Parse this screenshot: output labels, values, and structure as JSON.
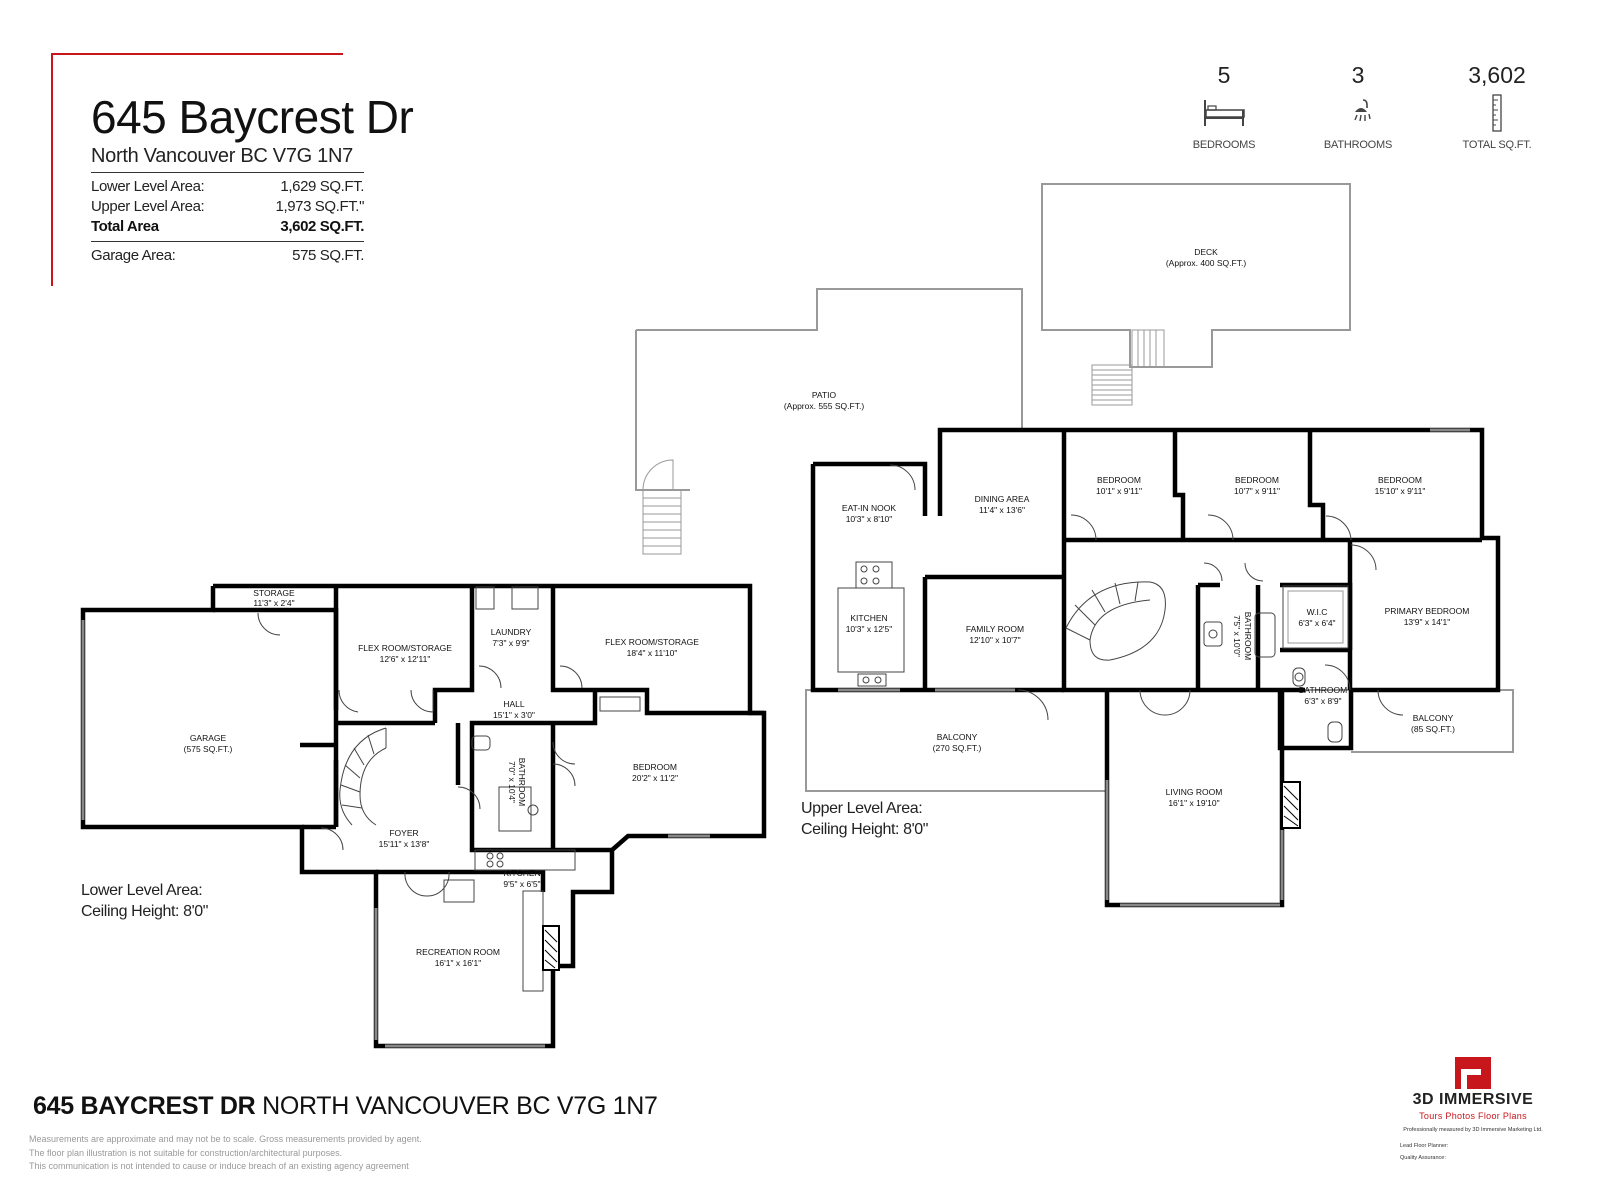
{
  "header": {
    "address_line1": "645 Baycrest Dr",
    "address_line2": "North Vancouver BC  V7G 1N7",
    "areas": [
      {
        "label": "Lower Level Area:",
        "value": "1,629 SQ.FT."
      },
      {
        "label": "Upper Level Area:",
        "value": "1,973 SQ.FT.\""
      },
      {
        "label": "Total Area",
        "value": "3,602 SQ.FT."
      },
      {
        "label": "Garage Area:",
        "value": "575 SQ.FT."
      }
    ],
    "accent_color": "#c8161d"
  },
  "stats": [
    {
      "value": "5",
      "label": "BEDROOMS",
      "icon": "bed-icon"
    },
    {
      "value": "3",
      "label": "BATHROOMS",
      "icon": "shower-icon"
    },
    {
      "value": "3,602",
      "label": "TOTAL SQ.FT.",
      "icon": "ruler-icon"
    }
  ],
  "lower_level": {
    "caption_area": "Lower Level Area:",
    "caption_ceiling": "Ceiling Height: 8'0\"",
    "rooms": {
      "storage": {
        "name": "STORAGE",
        "dims": "11'3\" x 2'4\""
      },
      "flex1": {
        "name": "FLEX ROOM/STORAGE",
        "dims": "12'6\" x 12'11\""
      },
      "laundry": {
        "name": "LAUNDRY",
        "dims": "7'3\" x 9'9\""
      },
      "flex2": {
        "name": "FLEX ROOM/STORAGE",
        "dims": "18'4\" x 11'10\""
      },
      "garage": {
        "name": "GARAGE",
        "dims": "(575 SQ.FT.)"
      },
      "hall": {
        "name": "HALL",
        "dims": "15'1\" x 3'0\""
      },
      "bathroom": {
        "name": "BATHROOM",
        "dims": "7'0\" x 10'4\""
      },
      "bedroom": {
        "name": "BEDROOM",
        "dims": "20'2\" x 11'2\""
      },
      "foyer": {
        "name": "FOYER",
        "dims": "15'11\" x 13'8\""
      },
      "kitchen": {
        "name": "KITCHEN",
        "dims": "9'5\" x 6'5\""
      },
      "recreation": {
        "name": "RECREATION ROOM",
        "dims": "16'1\" x 16'1\""
      }
    }
  },
  "upper_level": {
    "caption_area": "Upper Level Area:",
    "caption_ceiling": "Ceiling Height: 8'0\"",
    "rooms": {
      "deck": {
        "name": "DECK",
        "dims": "(Approx. 400 SQ.FT.)"
      },
      "patio": {
        "name": "PATIO",
        "dims": "(Approx. 555 SQ.FT.)"
      },
      "eatin": {
        "name": "EAT-IN NOOK",
        "dims": "10'3\" x 8'10\""
      },
      "dining": {
        "name": "DINING AREA",
        "dims": "11'4\" x 13'6\""
      },
      "bedroom1": {
        "name": "BEDROOM",
        "dims": "10'1\" x 9'11\""
      },
      "bedroom2": {
        "name": "BEDROOM",
        "dims": "10'7\" x 9'11\""
      },
      "bedroom3": {
        "name": "BEDROOM",
        "dims": "15'10\" x 9'11\""
      },
      "kitchen": {
        "name": "KITCHEN",
        "dims": "10'3\" x 12'5\""
      },
      "family": {
        "name": "FAMILY ROOM",
        "dims": "12'10\" x 10'7\""
      },
      "bathroom1": {
        "name": "BATHROOM",
        "dims": "7'5\" x 10'0\""
      },
      "wic": {
        "name": "W.I.C",
        "dims": "6'3\" x 6'4\""
      },
      "primary": {
        "name": "PRIMARY BEDROOM",
        "dims": "13'9\" x 14'1\""
      },
      "bathroom2": {
        "name": "BATHROOM",
        "dims": "6'3\" x 8'9\""
      },
      "balcony1": {
        "name": "BALCONY",
        "dims": "(270 SQ.FT.)"
      },
      "balcony2": {
        "name": "BALCONY",
        "dims": "(85 SQ.FT.)"
      },
      "living": {
        "name": "LIVING ROOM",
        "dims": "16'1\" x 19'10\""
      }
    }
  },
  "footer": {
    "address_bold": "645 BAYCREST DR",
    "address_rest": " NORTH VANCOUVER BC V7G 1N7",
    "disclaimer": [
      "Measurements are approximate and may not be to scale. Gross measurements provided by agent.",
      "The floor plan illustration is not suitable for construction/architectural purposes.",
      "This communication is not intended to cause or induce breach of an existing agency agreement"
    ]
  },
  "logo": {
    "name": "3D IMMERSIVE",
    "tagline": "Tours  Photos  Floor Plans",
    "measured_by": "Professionally measured by 3D Immersive Marketing Ltd.",
    "lead_label": "Lead Floor Planner:",
    "qa_label": "Quality Assurance:"
  }
}
